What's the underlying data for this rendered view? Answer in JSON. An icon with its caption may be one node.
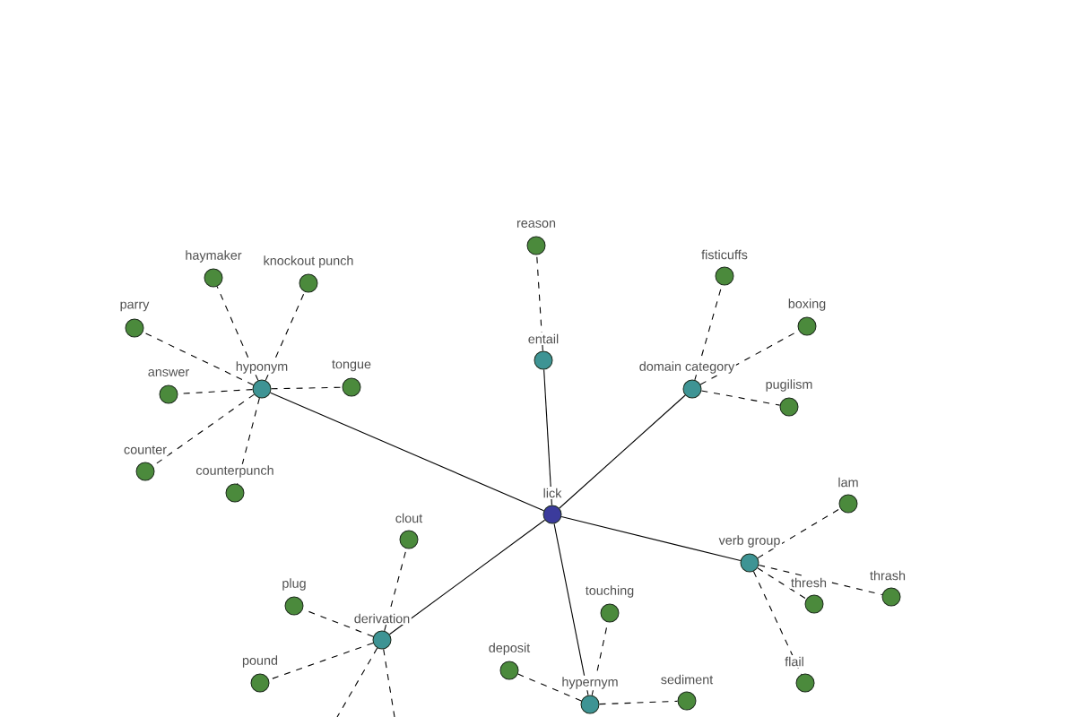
{
  "diagram": {
    "nodes": [
      {
        "text": [
          "reason"
        ]
      },
      {
        "text": [
          "haymaker"
        ]
      },
      {
        "text": [
          "fisticuffs"
        ]
      },
      {
        "text": [
          "knockout punch"
        ]
      },
      {
        "text": [
          "boxing"
        ]
      },
      {
        "text": [
          "parry"
        ]
      },
      {
        "text": [
          "entail"
        ]
      },
      {
        "text": [
          "hyponym"
        ]
      },
      {
        "text": [
          "domain category"
        ]
      },
      {
        "text": [
          "tongue"
        ]
      },
      {
        "text": [
          "answer"
        ]
      },
      {
        "text": [
          "pugilism"
        ]
      },
      {
        "text": [
          "counter"
        ]
      },
      {
        "text": [
          "counterpunch"
        ]
      },
      {
        "text": [
          "lam"
        ]
      },
      {
        "text": [
          "lick"
        ]
      },
      {
        "text": [
          "clout"
        ]
      },
      {
        "text": [
          "verb group"
        ]
      },
      {
        "text": [
          "thrash"
        ]
      },
      {
        "text": [
          "thresh"
        ]
      },
      {
        "text": [
          "plug"
        ]
      },
      {
        "text": [
          "touching"
        ]
      },
      {
        "text": [
          "derivation"
        ]
      },
      {
        "text": [
          "deposit"
        ]
      },
      {
        "text": [
          "pound"
        ]
      },
      {
        "text": [
          "flail"
        ]
      },
      {
        "text": [
          "sediment"
        ]
      },
      {
        "text": [
          "hypernym"
        ]
      }
    ],
    "edges": [
      {
        "from": 15,
        "to": 7,
        "arrow": "none"
      },
      {
        "from": 15,
        "to": 6,
        "arrow": "none"
      },
      {
        "from": 15,
        "to": 8,
        "arrow": "none"
      },
      {
        "from": 15,
        "to": 17,
        "arrow": "none"
      },
      {
        "from": 15,
        "to": 22,
        "arrow": "none"
      },
      {
        "from": 15,
        "to": 27,
        "arrow": "none"
      },
      {
        "from": 7,
        "to": 1,
        "arrow": "none",
        "style": "dashed"
      },
      {
        "from": 7,
        "to": 3,
        "arrow": "none",
        "style": "dashed"
      },
      {
        "from": 7,
        "to": 5,
        "arrow": "none",
        "style": "dashed"
      },
      {
        "from": 7,
        "to": 10,
        "arrow": "none",
        "style": "dashed"
      },
      {
        "from": 7,
        "to": 9,
        "arrow": "none",
        "style": "dashed"
      },
      {
        "from": 7,
        "to": 12,
        "arrow": "none",
        "style": "dashed"
      },
      {
        "from": 7,
        "to": 13,
        "arrow": "none",
        "style": "dashed"
      },
      {
        "from": 6,
        "to": 0,
        "arrow": "none",
        "style": "dashed"
      },
      {
        "from": 8,
        "to": 2,
        "arrow": "none",
        "style": "dashed"
      },
      {
        "from": 8,
        "to": 4,
        "arrow": "none",
        "style": "dashed"
      },
      {
        "from": 8,
        "to": 11,
        "arrow": "none",
        "style": "dashed"
      },
      {
        "from": 17,
        "to": 14,
        "arrow": "none",
        "style": "dashed"
      },
      {
        "from": 17,
        "to": 19,
        "arrow": "none",
        "style": "dashed"
      },
      {
        "from": 17,
        "to": 18,
        "arrow": "none",
        "style": "dashed"
      },
      {
        "from": 17,
        "to": 25,
        "arrow": "none",
        "style": "dashed"
      },
      {
        "from": 22,
        "to": 16,
        "arrow": "none",
        "style": "dashed"
      },
      {
        "from": 22,
        "to": 20,
        "arrow": "none",
        "style": "dashed"
      },
      {
        "from": 22,
        "to": 24,
        "arrow": "none",
        "style": "dashed"
      },
      {
        "from": 22,
        "to": null,
        "arrow": "none",
        "style": "dashed"
      },
      {
        "from": 22,
        "to": null,
        "arrow": "none",
        "style": "dashed"
      },
      {
        "from": 27,
        "to": 21,
        "arrow": "none",
        "style": "dashed"
      },
      {
        "from": 27,
        "to": 23,
        "arrow": "none",
        "style": "dashed"
      },
      {
        "from": 27,
        "to": 26,
        "arrow": "none",
        "style": "dashed"
      }
    ]
  }
}
